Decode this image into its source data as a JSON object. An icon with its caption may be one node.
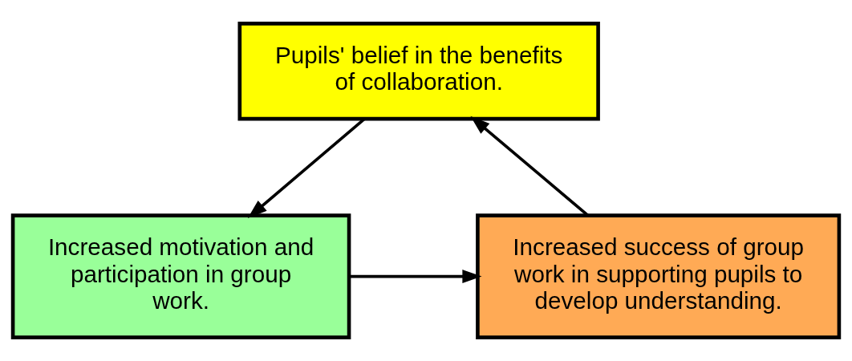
{
  "diagram": {
    "nodes": [
      {
        "text": [
          "Pupils' belief in the benefits of collaboration."
        ]
      },
      {
        "text": [
          "Increased motivation and participation in group work."
        ]
      },
      {
        "text": [
          "Increased success of group work in supporting pupils to develop understanding."
        ]
      }
    ],
    "edges": [
      {
        "from": 0,
        "to": 1,
        "arrow": "to"
      },
      {
        "from": 1,
        "to": 2,
        "arrow": "to"
      },
      {
        "from": 2,
        "to": 0,
        "arrow": "to"
      }
    ]
  }
}
